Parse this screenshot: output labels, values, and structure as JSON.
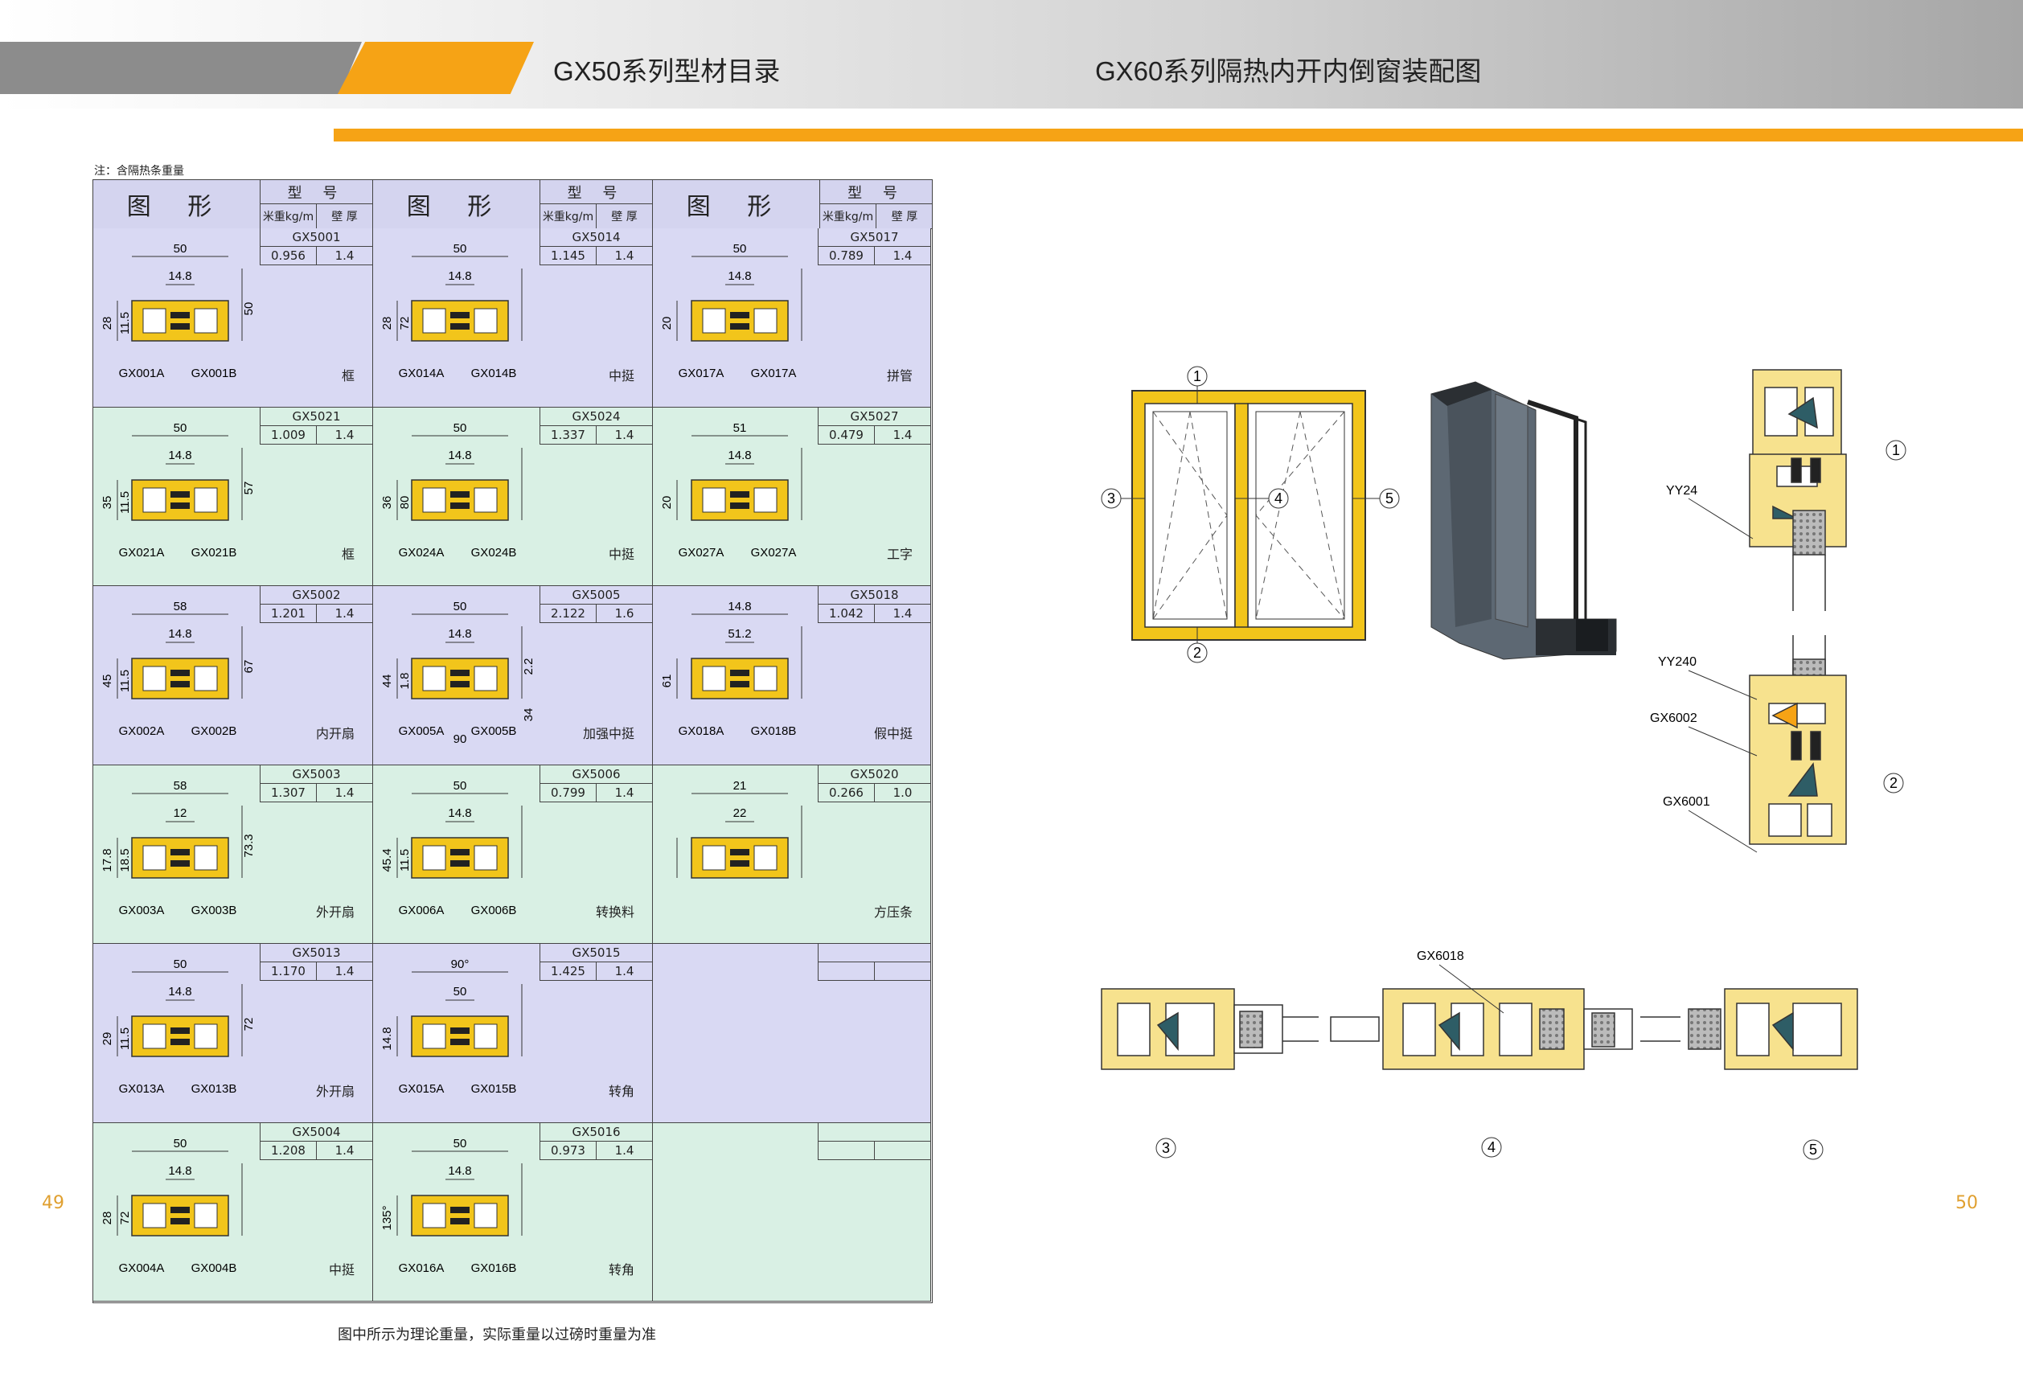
{
  "header": {
    "left_title": "GX50系列型材目录",
    "right_title": "GX60系列隔热内开内倒窗装配图"
  },
  "note": "注：含隔热条重量",
  "bottom_note": "图中所示为理论重量，实际重量以过磅时重量为准",
  "page_numbers": {
    "left": "49",
    "right": "50"
  },
  "table_header": {
    "figure": "图 形",
    "model": "型 号",
    "weight": "米重kg/m",
    "thickness": "壁 厚"
  },
  "colors": {
    "orange": "#f6a315",
    "frame": "#f2c51b",
    "lavender": "#d9d9f3",
    "mint": "#d9f0e4"
  },
  "cells": [
    [
      {
        "code": "GX5001",
        "weight": "0.956",
        "thick": "1.4",
        "name": "框",
        "dims": [
          "50",
          "14.8",
          "28",
          "11.5",
          "50"
        ],
        "parts": [
          "GX001A",
          "GX001B"
        ]
      },
      {
        "code": "GX5014",
        "weight": "1.145",
        "thick": "1.4",
        "name": "中挺",
        "dims": [
          "50",
          "14.8",
          "28",
          "72"
        ],
        "parts": [
          "GX014A",
          "GX014B"
        ]
      },
      {
        "code": "GX5017",
        "weight": "0.789",
        "thick": "1.4",
        "name": "拼管",
        "dims": [
          "50",
          "14.8",
          "20"
        ],
        "parts": [
          "GX017A",
          "GX017A"
        ]
      }
    ],
    [
      {
        "code": "GX5021",
        "weight": "1.009",
        "thick": "1.4",
        "name": "框",
        "dims": [
          "50",
          "14.8",
          "35",
          "11.5",
          "57"
        ],
        "parts": [
          "GX021A",
          "GX021B"
        ]
      },
      {
        "code": "GX5024",
        "weight": "1.337",
        "thick": "1.4",
        "name": "中挺",
        "dims": [
          "50",
          "14.8",
          "36",
          "80"
        ],
        "parts": [
          "GX024A",
          "GX024B"
        ]
      },
      {
        "code": "GX5027",
        "weight": "0.479",
        "thick": "1.4",
        "name": "工字",
        "dims": [
          "51",
          "14.8",
          "20"
        ],
        "parts": [
          "GX027A",
          "GX027A"
        ]
      }
    ],
    [
      {
        "code": "GX5002",
        "weight": "1.201",
        "thick": "1.4",
        "name": "内开扇",
        "dims": [
          "58",
          "14.8",
          "45",
          "11.5",
          "67"
        ],
        "parts": [
          "GX002A",
          "GX002B"
        ]
      },
      {
        "code": "GX5005",
        "weight": "2.122",
        "thick": "1.6",
        "name": "加强中挺",
        "dims": [
          "50",
          "14.8",
          "44",
          "1.8",
          "2.2",
          "34",
          "90"
        ],
        "parts": [
          "GX005A",
          "GX005B"
        ]
      },
      {
        "code": "GX5018",
        "weight": "1.042",
        "thick": "1.4",
        "name": "假中挺",
        "dims": [
          "14.8",
          "51.2",
          "61"
        ],
        "parts": [
          "GX018A",
          "GX018B"
        ]
      }
    ],
    [
      {
        "code": "GX5003",
        "weight": "1.307",
        "thick": "1.4",
        "name": "外开扇",
        "dims": [
          "58",
          "12",
          "17.8",
          "18.5",
          "73.3"
        ],
        "parts": [
          "GX003A",
          "GX003B"
        ]
      },
      {
        "code": "GX5006",
        "weight": "0.799",
        "thick": "1.4",
        "name": "转换料",
        "dims": [
          "50",
          "14.8",
          "45.4",
          "11.5"
        ],
        "parts": [
          "GX006A",
          "GX006B"
        ]
      },
      {
        "code": "GX5020",
        "weight": "0.266",
        "thick": "1.0",
        "name": "方压条",
        "dims": [
          "21",
          "22"
        ],
        "parts": []
      }
    ],
    [
      {
        "code": "GX5013",
        "weight": "1.170",
        "thick": "1.4",
        "name": "外开扇",
        "dims": [
          "50",
          "14.8",
          "29",
          "11.5",
          "72"
        ],
        "parts": [
          "GX013A",
          "GX013B"
        ]
      },
      {
        "code": "GX5015",
        "weight": "1.425",
        "thick": "1.4",
        "name": "转角",
        "dims": [
          "90°",
          "50",
          "14.8"
        ],
        "parts": [
          "GX015A",
          "GX015B"
        ]
      },
      {
        "code": "",
        "weight": "",
        "thick": "",
        "name": "",
        "dims": [],
        "parts": []
      }
    ],
    [
      {
        "code": "GX5004",
        "weight": "1.208",
        "thick": "1.4",
        "name": "中挺",
        "dims": [
          "50",
          "14.8",
          "28",
          "72"
        ],
        "parts": [
          "GX004A",
          "GX004B"
        ]
      },
      {
        "code": "GX5016",
        "weight": "0.973",
        "thick": "1.4",
        "name": "转角",
        "dims": [
          "50",
          "14.8",
          "135°"
        ],
        "parts": [
          "GX016A",
          "GX016B"
        ]
      },
      {
        "code": "",
        "weight": "",
        "thick": "",
        "name": "",
        "dims": [],
        "parts": []
      }
    ]
  ],
  "assembly": {
    "callouts": [
      "1",
      "2",
      "3",
      "4",
      "5"
    ],
    "labels": {
      "yy24": "YY24",
      "yy240": "YY240",
      "gx6002": "GX6002",
      "gx6001": "GX6001",
      "gx6018": "GX6018"
    }
  }
}
